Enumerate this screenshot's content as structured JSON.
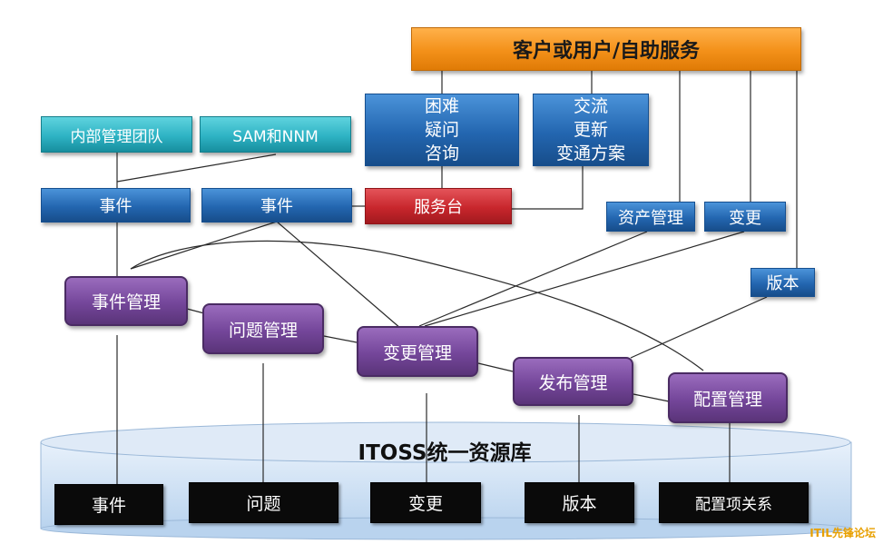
{
  "top": {
    "self_service": "客户或用户/自助服务"
  },
  "inputs": {
    "internal_team": "内部管理团队",
    "sam_nnm": "SAM和NNM",
    "difficulty": "困难\n疑问\n咨询",
    "exchange": "交流\n更新\n变通方案"
  },
  "events": {
    "incident_left": "事件",
    "incident_mid": "事件",
    "service_desk": "服务台",
    "asset_mgmt": "资产管理",
    "change": "变更",
    "release": "版本"
  },
  "processes": {
    "incident_mgmt": "事件管理",
    "problem_mgmt": "问题管理",
    "change_mgmt": "变更管理",
    "release_mgmt": "发布管理",
    "config_mgmt": "配置管理"
  },
  "database": {
    "title": "ITOSS统一资源库",
    "records": [
      "事件",
      "问题",
      "变更",
      "版本",
      "配置项关系"
    ]
  },
  "watermark": "ITIL先锋论坛",
  "colors": {
    "top_bar": "#f39019",
    "teal_box": "#2eb3c4",
    "blue_box": "#2366b0",
    "service_desk": "#c8262c",
    "process_box": "#74469a",
    "record_box": "#0a0a0a",
    "database": "#cfe2f4"
  }
}
